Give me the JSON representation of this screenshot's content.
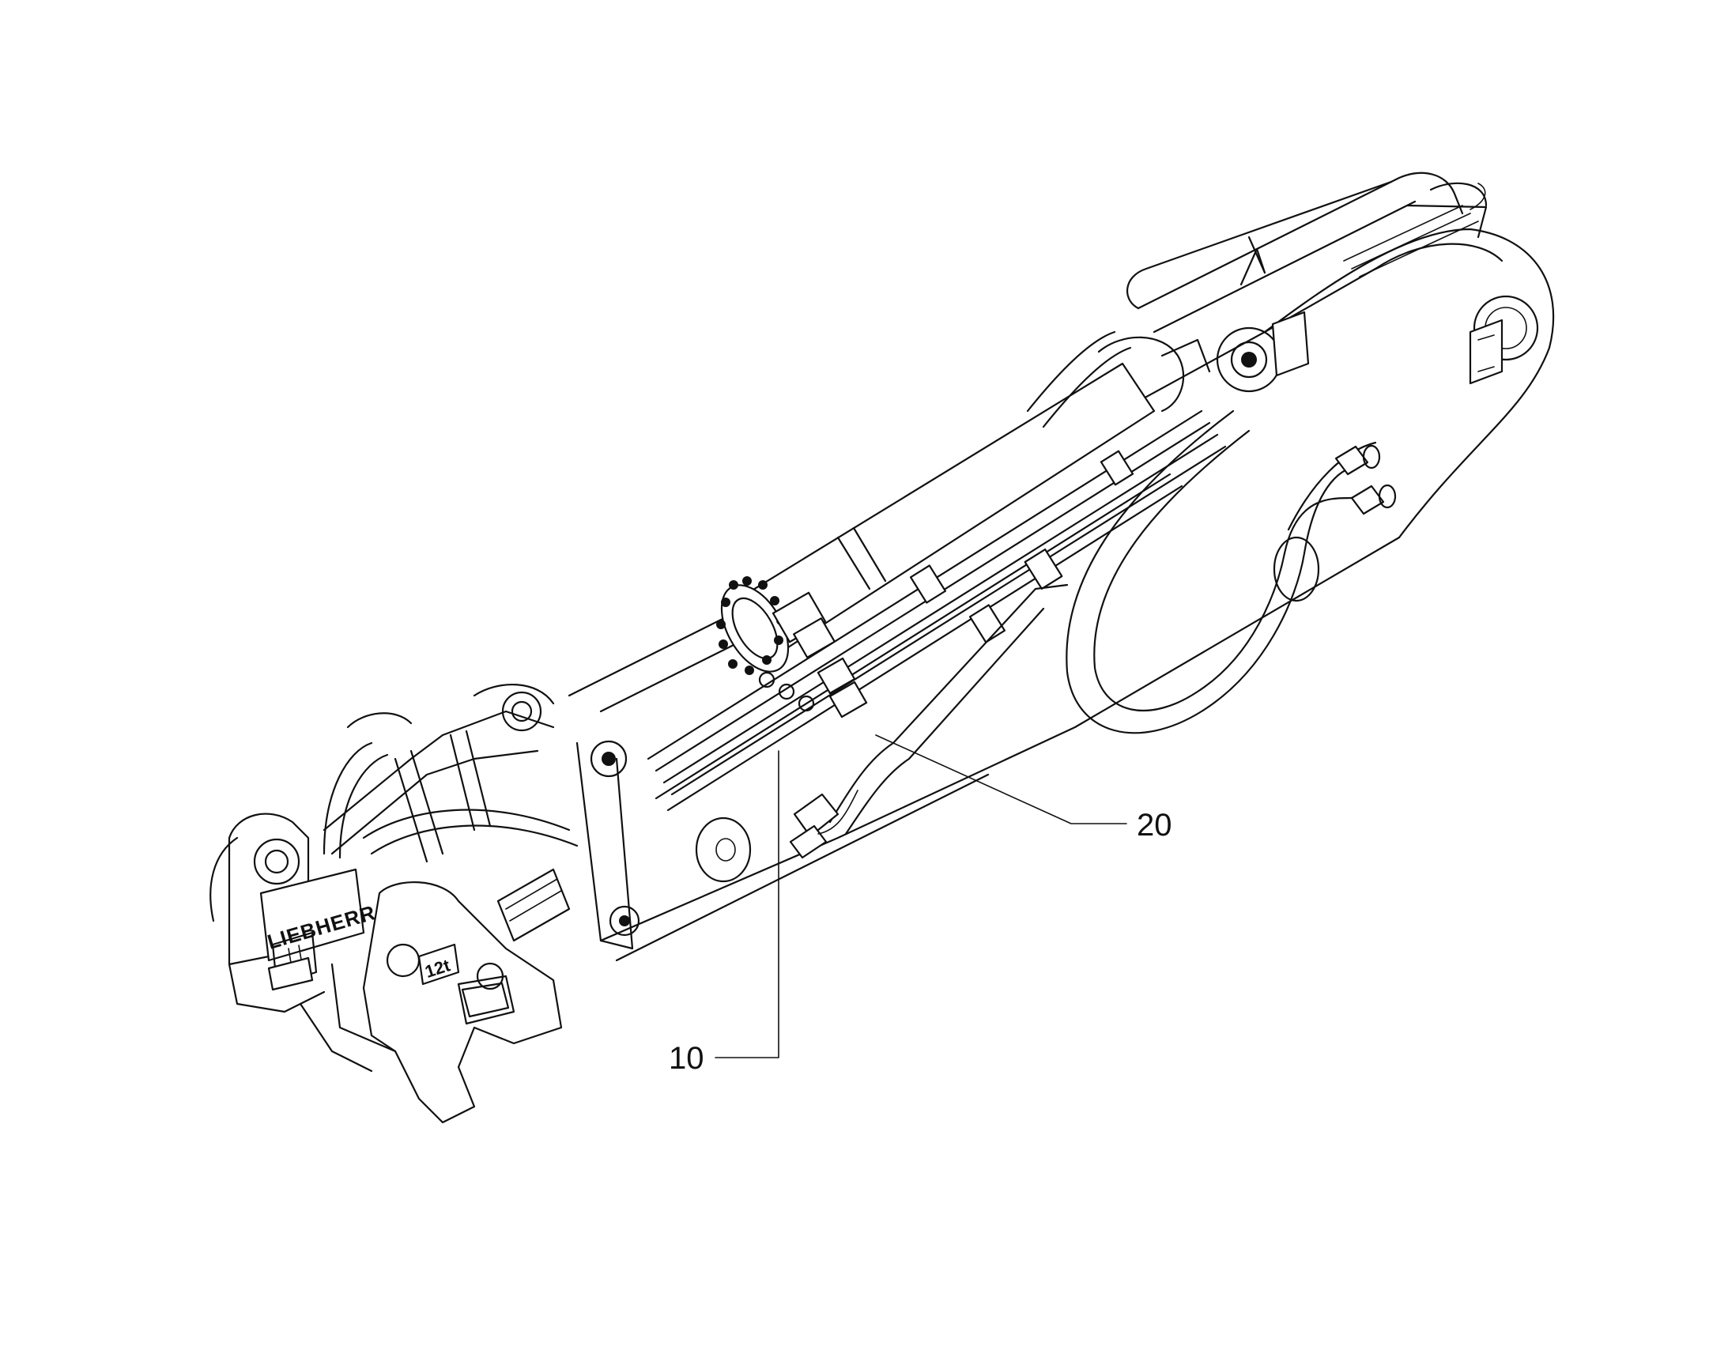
{
  "callouts": [
    {
      "id": "10",
      "label": "10"
    },
    {
      "id": "20",
      "label": "20"
    }
  ],
  "logo_text": "LIEBHERR",
  "stamp_text": "12t",
  "line_color": "#111111",
  "background_color": "#ffffff"
}
